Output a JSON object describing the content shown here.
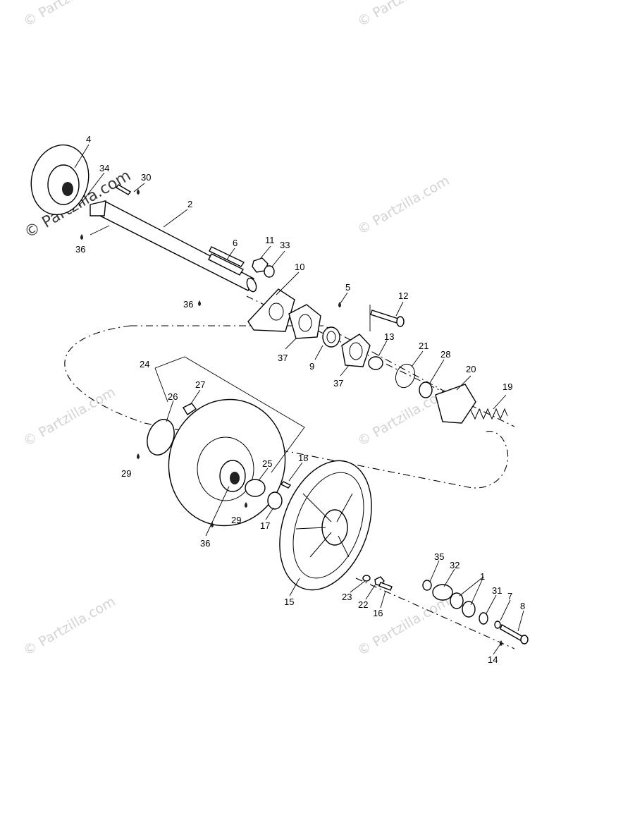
{
  "watermark_text": "© Partzilla.com",
  "part_numbers": [
    "4",
    "34",
    "30",
    "2",
    "6",
    "11",
    "33",
    "10",
    "5",
    "12",
    "36",
    "36",
    "37",
    "9",
    "37",
    "13",
    "21",
    "28",
    "20",
    "19",
    "24",
    "27",
    "26",
    "25",
    "18",
    "29",
    "29",
    "17",
    "36",
    "15",
    "35",
    "32",
    "1",
    "31",
    "7",
    "8",
    "23",
    "22",
    "16",
    "14"
  ],
  "icons": [
    "drop-icon"
  ]
}
